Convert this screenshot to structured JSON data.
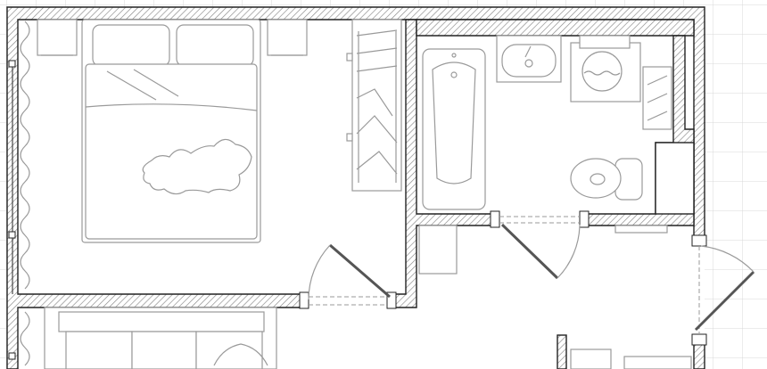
{
  "plan": {
    "rooms": [
      "bedroom",
      "bathroom",
      "hallway",
      "living-room",
      "closet"
    ],
    "colors": {
      "wall_outline": "#222222",
      "hatch": "#888888",
      "furniture": "#9a9a9a",
      "grid": "#d8d8d8",
      "background": "#ffffff"
    }
  }
}
